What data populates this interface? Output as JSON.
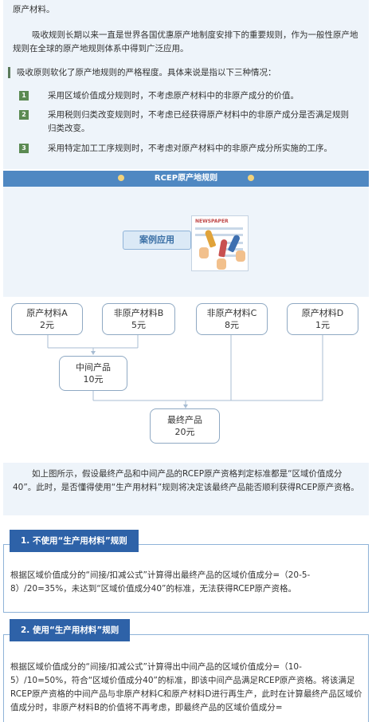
{
  "intro": {
    "line1": "原产材料。",
    "para2": "吸收规则长期以来一直是世界各国优惠原产地制度安排下的重要规则，作为一般性原产地规则在全球的原产地规则体系中得到广泛应用。"
  },
  "absorption": {
    "heading": "吸收原则软化了原产地规则的严格程度。具体来说是指以下三种情况：",
    "items": [
      {
        "num": "1",
        "text": "采用区域价值成分规则时，不考虑原产材料中的非原产成分的价值。"
      },
      {
        "num": "2",
        "text": "采用税则归类改变规则时，不考虑已经获得原产材料中的非原产成分是否满足规则归类改变。"
      },
      {
        "num": "3",
        "text": "采用特定加工工序规则时，不考虑对原产材料中的非原产成分所实施的工序。"
      }
    ]
  },
  "banner": {
    "title": "RCEP原产地规则",
    "dot_color": "#f2d27a",
    "bg_color": "#4f88c2"
  },
  "illustration": {
    "label": "案例应用",
    "paper_title": "NEWSPAPER"
  },
  "flow": {
    "a": {
      "name": "原产材料A",
      "value": "2元"
    },
    "b": {
      "name": "非原产材料B",
      "value": "5元"
    },
    "c": {
      "name": "非原产材料C",
      "value": "8元"
    },
    "d": {
      "name": "原产材料D",
      "value": "1元"
    },
    "mid": {
      "name": "中间产品",
      "value": "10元"
    },
    "final": {
      "name": "最终产品",
      "value": "20元"
    }
  },
  "explain": "如上图所示，假设最终产品和中间产品的RCEP原产资格判定标准都是“区域价值成分40”。此时，是否懂得使用“生产用材料”规则将决定该最终产品能否顺利获得RCEP原产资格。",
  "section1": {
    "title": "1. 不使用“生产用材料”规则",
    "body": "根据区域价值成分的“间接/扣减公式”计算得出最终产品的区域价值成分=（20-5-8）/20=35%，未达到“区域价值成分40”的标准，无法获得RCEP原产资格。"
  },
  "section2": {
    "title": "2. 使用“生产用材料”规则",
    "body": "根据区域价值成分的“间接/扣减公式”计算得出中间产品的区域价值成分=（10-5）/10=50%，符合“区域价值成分40”的标准，即该中间产品满足RCEP原产资格。将该满足RCEP原产资格的中间产品与非原产材料C和原产材料D进行再生产，此时在计算最终产品区域价值成分时，非原产材料B的价值将不再考虑，即最终产品的区域价值成分="
  },
  "colors": {
    "accent": "#2e62a8",
    "badge": "#5b8a52",
    "panel": "#eef4fa"
  }
}
